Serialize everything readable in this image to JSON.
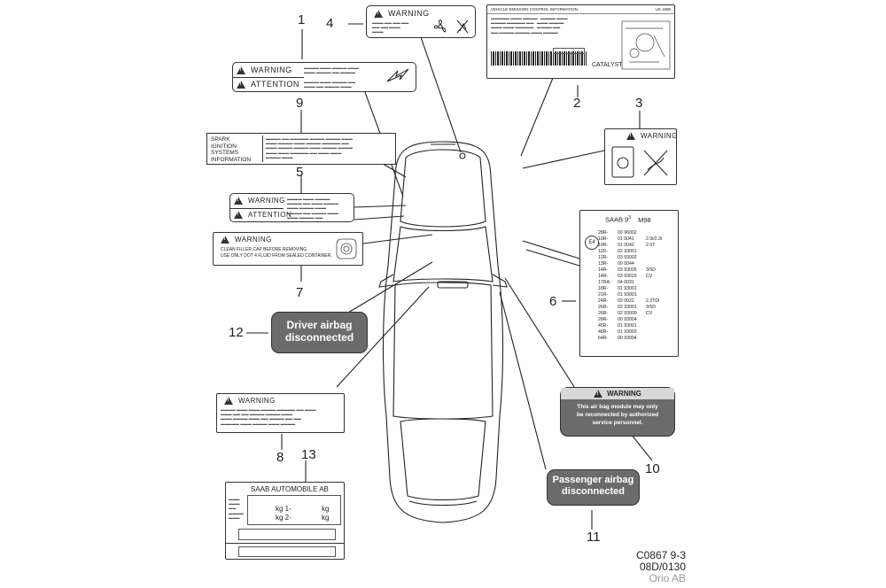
{
  "callouts": {
    "n1": "1",
    "n2": "2",
    "n3": "3",
    "n4": "4",
    "n5": "5",
    "n6": "6",
    "n7": "7",
    "n8": "8",
    "n9": "9",
    "n10": "10",
    "n11": "11",
    "n12": "12",
    "n13": "13"
  },
  "label4": {
    "warning": "WARNING"
  },
  "label2": {
    "header_left": "VEHICLE EMISSION CONTROL INFORMATION",
    "header_right": "US 1998",
    "catalyst": "CATALYST"
  },
  "label1": {
    "warning": "WARNING",
    "attention": "ATTENTION"
  },
  "label3": {
    "warning": "WARNING"
  },
  "label9": {
    "l1": "SPARK",
    "l2": "IGNITION",
    "l3": "SYSTEMS",
    "l4": "INFORMATION"
  },
  "label5": {
    "warning": "WARNING",
    "attention": "ATTENTION"
  },
  "label7": {
    "warning": "WARNING",
    "line1": "CLEAN FILLER CAP BEFORE REMOVING.",
    "line2": "USE ONLY DOT 4 FLUID FROM SEALED CONTAINER."
  },
  "label12": {
    "line1": "Driver airbag",
    "line2": "disconnected"
  },
  "label6": {
    "title": "SAAB 9",
    "title_sup": "3",
    "model": "M98",
    "mark": "E4",
    "rows": [
      {
        "code": "28R-",
        "num": "00 96002",
        "extra": ""
      },
      {
        "code": "10R-",
        "num": "01 0041",
        "extra": "2.0i/2.3i"
      },
      {
        "code": "10R-",
        "num": "01 0042",
        "extra": "2.0T"
      },
      {
        "code": "11R-",
        "num": "02 93001",
        "extra": ""
      },
      {
        "code": "12R-",
        "num": "03 93002",
        "extra": ""
      },
      {
        "code": "13R-",
        "num": "09 0044",
        "extra": ""
      },
      {
        "code": "14R-",
        "num": "03 93005",
        "extra": "3/5D"
      },
      {
        "code": "14R-",
        "num": "03 93015",
        "extra": "CV"
      },
      {
        "code": "17RA-",
        "num": "04 0031",
        "extra": ""
      },
      {
        "code": "18R-",
        "num": "01 93001",
        "extra": ""
      },
      {
        "code": "21R-",
        "num": "01 93001",
        "extra": ""
      },
      {
        "code": "24R-",
        "num": "03 0022",
        "extra": "2.2TDi"
      },
      {
        "code": "26R-",
        "num": "02 93001",
        "extra": "3/5D"
      },
      {
        "code": "26R-",
        "num": "02 93009",
        "extra": "CV"
      },
      {
        "code": "28R-",
        "num": "00 93004",
        "extra": ""
      },
      {
        "code": "45R-",
        "num": "01 93001",
        "extra": ""
      },
      {
        "code": "48R-",
        "num": "01 93003",
        "extra": ""
      },
      {
        "code": "64R-",
        "num": "00 93004",
        "extra": ""
      }
    ]
  },
  "label10": {
    "warning": "WARNING",
    "line1": "This air bag module may only",
    "line2": "be reconnected by authorized",
    "line3": "service personnel."
  },
  "label8": {
    "warning": "WARNING"
  },
  "label13": {
    "title": "SAAB AUTOMOBILE AB",
    "kg1": "kg  1-",
    "kg1b": "kg",
    "kg2": "kg  2-",
    "kg2b": "kg"
  },
  "label11": {
    "line1": "Passenger airbag",
    "line2": "disconnected"
  },
  "footer": {
    "code1": "C0867 9-3",
    "code2": "08D/0130",
    "credit": "Orio AB"
  },
  "colors": {
    "grey_label": "#6b6b6b",
    "line": "#222222"
  }
}
